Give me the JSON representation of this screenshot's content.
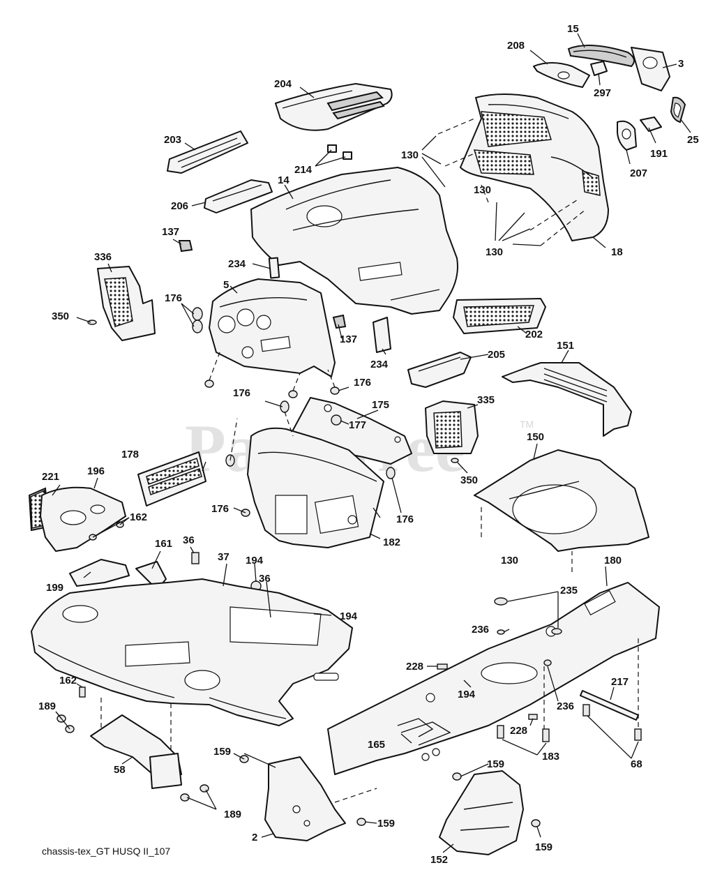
{
  "watermark": {
    "text": "PartsTree",
    "tm": "TM"
  },
  "caption": "chassis-tex_GT HUSQ II_107",
  "callouts": {
    "c15": "15",
    "c208": "208",
    "c3": "3",
    "c297": "297",
    "c25": "25",
    "c191": "191",
    "c207": "207",
    "c204": "204",
    "c203": "203",
    "c130a": "130",
    "c130b": "130",
    "c130c": "130",
    "c130d": "130",
    "c214": "214",
    "c14": "14",
    "c206": "206",
    "c18": "18",
    "c137a": "137",
    "c137b": "137",
    "c336": "336",
    "c234a": "234",
    "c234b": "234",
    "c5": "5",
    "c176a": "176",
    "c176b": "176",
    "c176c": "176",
    "c176d": "176",
    "c176e": "176",
    "c350a": "350",
    "c350b": "350",
    "c202": "202",
    "c205": "205",
    "c151": "151",
    "c175": "175",
    "c335": "335",
    "c177": "177",
    "c178": "178",
    "c150": "150",
    "c221": "221",
    "c196": "196",
    "c162a": "162",
    "c162b": "162",
    "c182": "182",
    "c161": "161",
    "c36a": "36",
    "c36b": "36",
    "c37": "37",
    "c194a": "194",
    "c194b": "194",
    "c194c": "194",
    "c199": "199",
    "c180": "180",
    "c235": "235",
    "c236a": "236",
    "c236b": "236",
    "c228a": "228",
    "c228b": "228",
    "c217": "217",
    "c189a": "189",
    "c189b": "189",
    "c58": "58",
    "c165": "165",
    "c183": "183",
    "c68": "68",
    "c159a": "159",
    "c159b": "159",
    "c159c": "159",
    "c159d": "159",
    "c2": "2",
    "c152": "152"
  }
}
